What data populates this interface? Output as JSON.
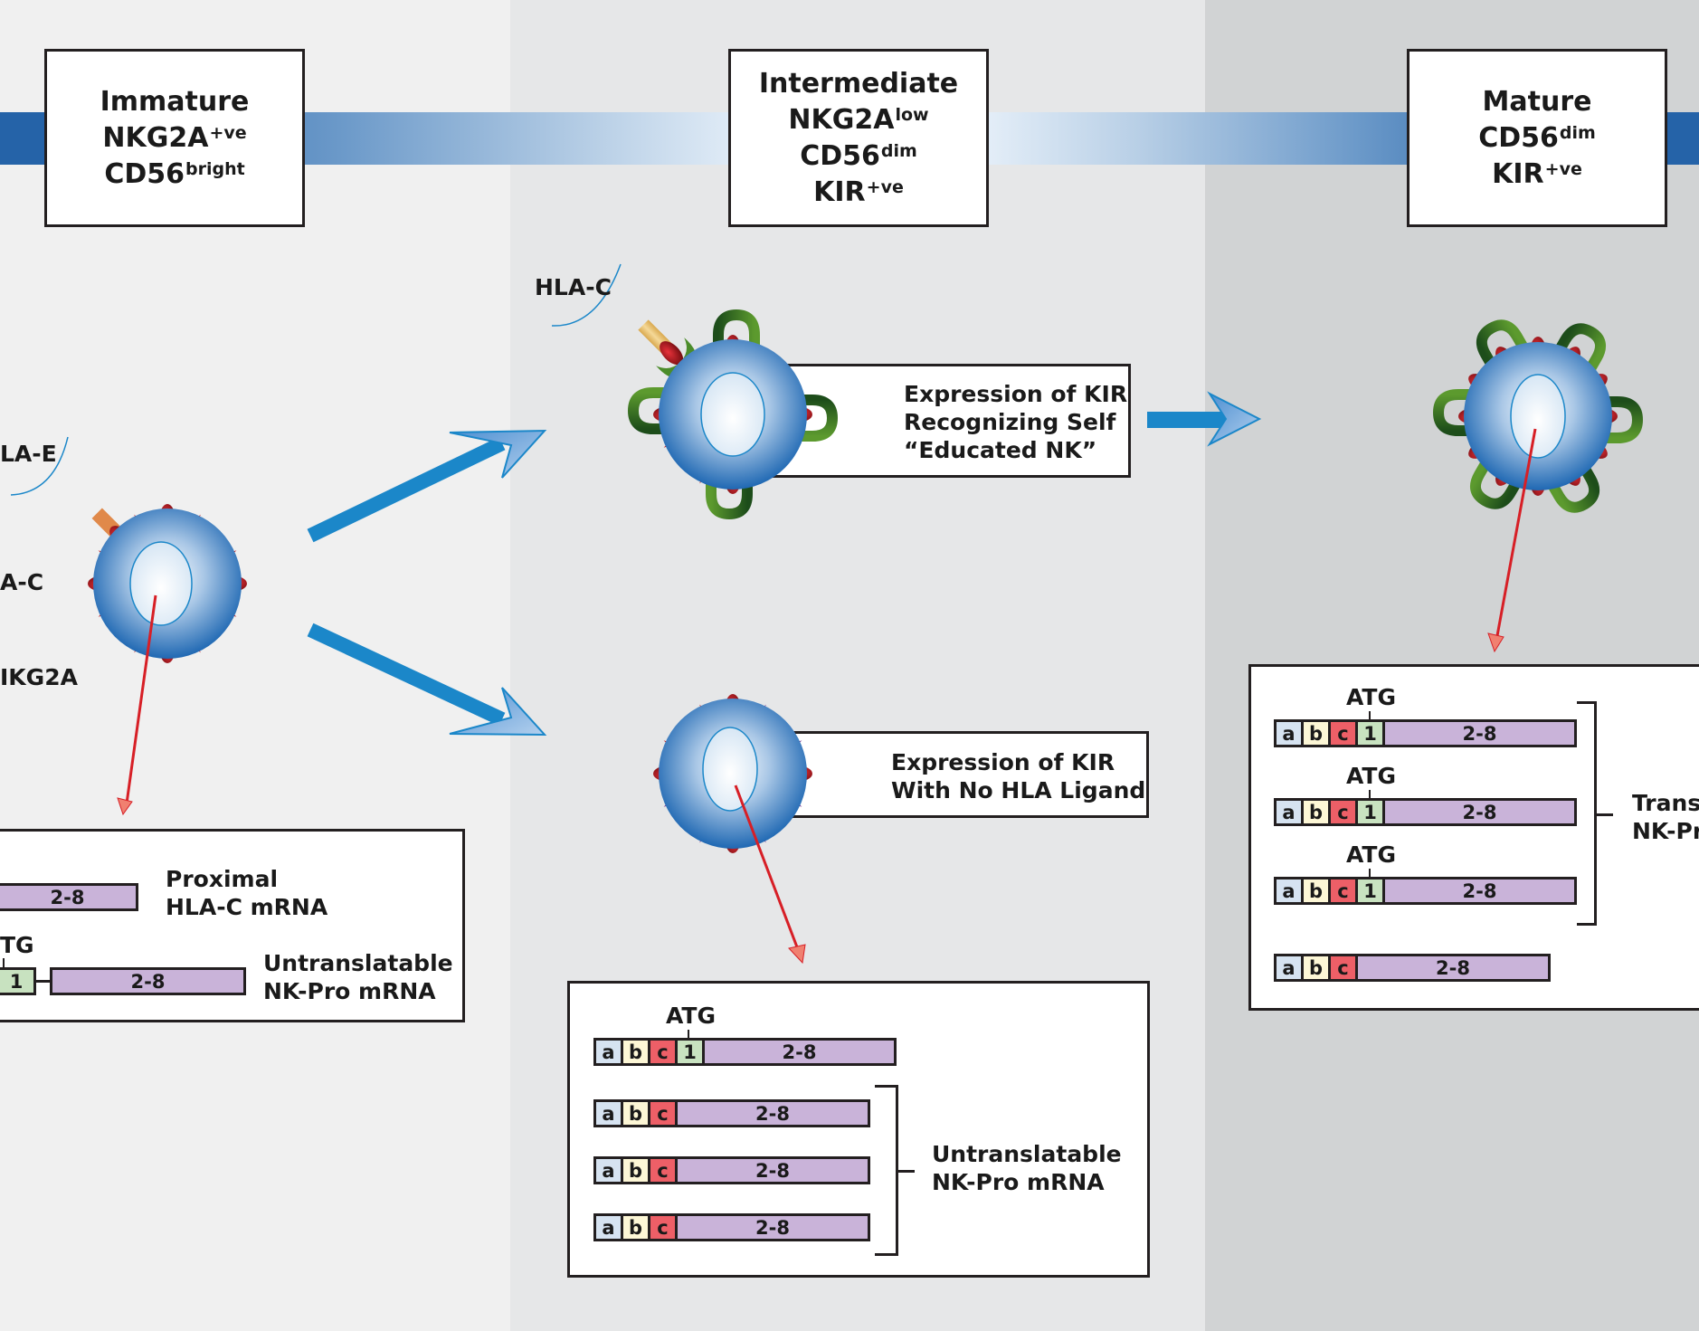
{
  "colors": {
    "column_immature": "#f0f0f0",
    "column_intermediate": "#e6e7e8",
    "column_mature": "#d1d3d4",
    "band_blue": "#2563a8",
    "arrow_blue": "#1b87c9",
    "arrow_red": "#d71f26",
    "exon_a": "#d6e3f1",
    "exon_b": "#fdf7d6",
    "exon_c": "#ed5f67",
    "exon_1": "#c8e2c0",
    "exon_2_8": "#c9b3d9"
  },
  "stages": {
    "immature": {
      "title": "Immature",
      "line2": "NKG2A",
      "line2_sup": "+ve",
      "line3": "CD56",
      "line3_sup": "bright"
    },
    "intermediate": {
      "title": "Intermediate",
      "line2": "NKG2A",
      "line2_sup": "low",
      "line3": "CD56",
      "line3_sup": "dim",
      "line4": "KIR",
      "line4_sup": "+ve"
    },
    "mature": {
      "title": "Mature",
      "line2": "CD56",
      "line2_sup": "dim",
      "line3": "KIR",
      "line3_sup": "+ve"
    }
  },
  "receptor_labels": {
    "hla_e": "LA-E",
    "hla_c_left": "A-C",
    "nkg2a": "IKG2A",
    "hla_c_intermediate": "HLA-C"
  },
  "callouts": {
    "educated": {
      "line1": "Expression of KIR",
      "line2": "Recognizing Self",
      "line3": "“Educated NK”"
    },
    "no_ligand": {
      "line1": "Expression of KIR",
      "line2": "With No HLA Ligand"
    }
  },
  "panels": {
    "immature": {
      "proximal_label_1": "Proximal",
      "proximal_label_2": "HLA-C mRNA",
      "untranslatable_label_1": "Untranslatable",
      "untranslatable_label_2": "NK-Pro mRNA",
      "atg": "TG",
      "exon_1": "1",
      "exon_2_8": "2-8"
    },
    "intermediate": {
      "atg": "ATG",
      "bracket_label_1": "Untranslatable",
      "bracket_label_2": "NK-Pro mRNA",
      "exons": {
        "a": "a",
        "b": "b",
        "c": "c",
        "one": "1",
        "rest": "2-8"
      }
    },
    "mature": {
      "atg": "ATG",
      "bracket_label_1": "Transl",
      "bracket_label_2": "NK-Pr",
      "exons": {
        "a": "a",
        "b": "b",
        "c": "c",
        "one": "1",
        "rest": "2-8"
      }
    }
  }
}
